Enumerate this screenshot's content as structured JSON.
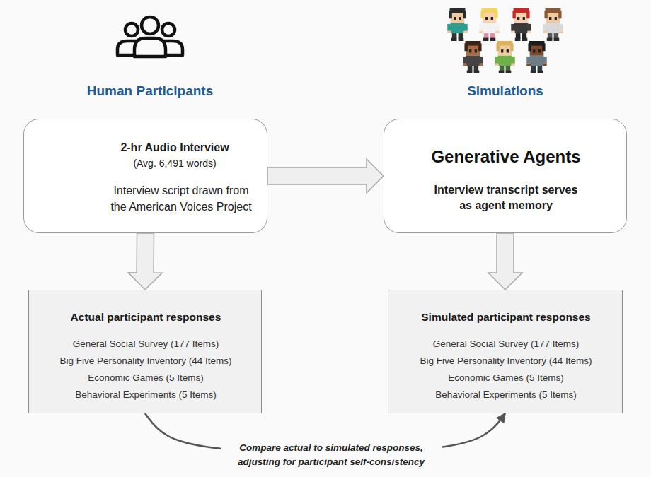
{
  "diagram": {
    "nodes": [
      {
        "text": [
          "2-hr Audio Interview",
          "(Avg. 6,491 words)",
          "Interview script drawn from the American Voices Project"
        ]
      },
      {
        "text": [
          "Generative Agents",
          "Interview transcript serves as agent memory"
        ]
      },
      {
        "text": [
          "Actual participant responses",
          "General Social Survey (177 Items)",
          "Big Five Personality Inventory (44 Items)",
          "Economic Games (5 Items)",
          "Behavioral Experiments (5 Items)"
        ]
      },
      {
        "text": [
          "Simulated participant responses",
          "General Social Survey (177 Items)",
          "Big Five Personality Inventory (44 Items)",
          "Economic Games (5 Items)",
          "Behavioral Experiments (5 Items)"
        ]
      }
    ],
    "edges": [
      {
        "from": 0,
        "to": 1,
        "arrow": "to"
      },
      {
        "from": 0,
        "to": 2,
        "arrow": "to"
      },
      {
        "from": 1,
        "to": 3,
        "arrow": "to"
      },
      {
        "from": 2,
        "to": 3,
        "arrow": "to",
        "label": "Compare actual to simulated responses, adjusting for participant self-consistency"
      }
    ],
    "labels": [
      "Human Participants",
      "Simulations"
    ]
  }
}
